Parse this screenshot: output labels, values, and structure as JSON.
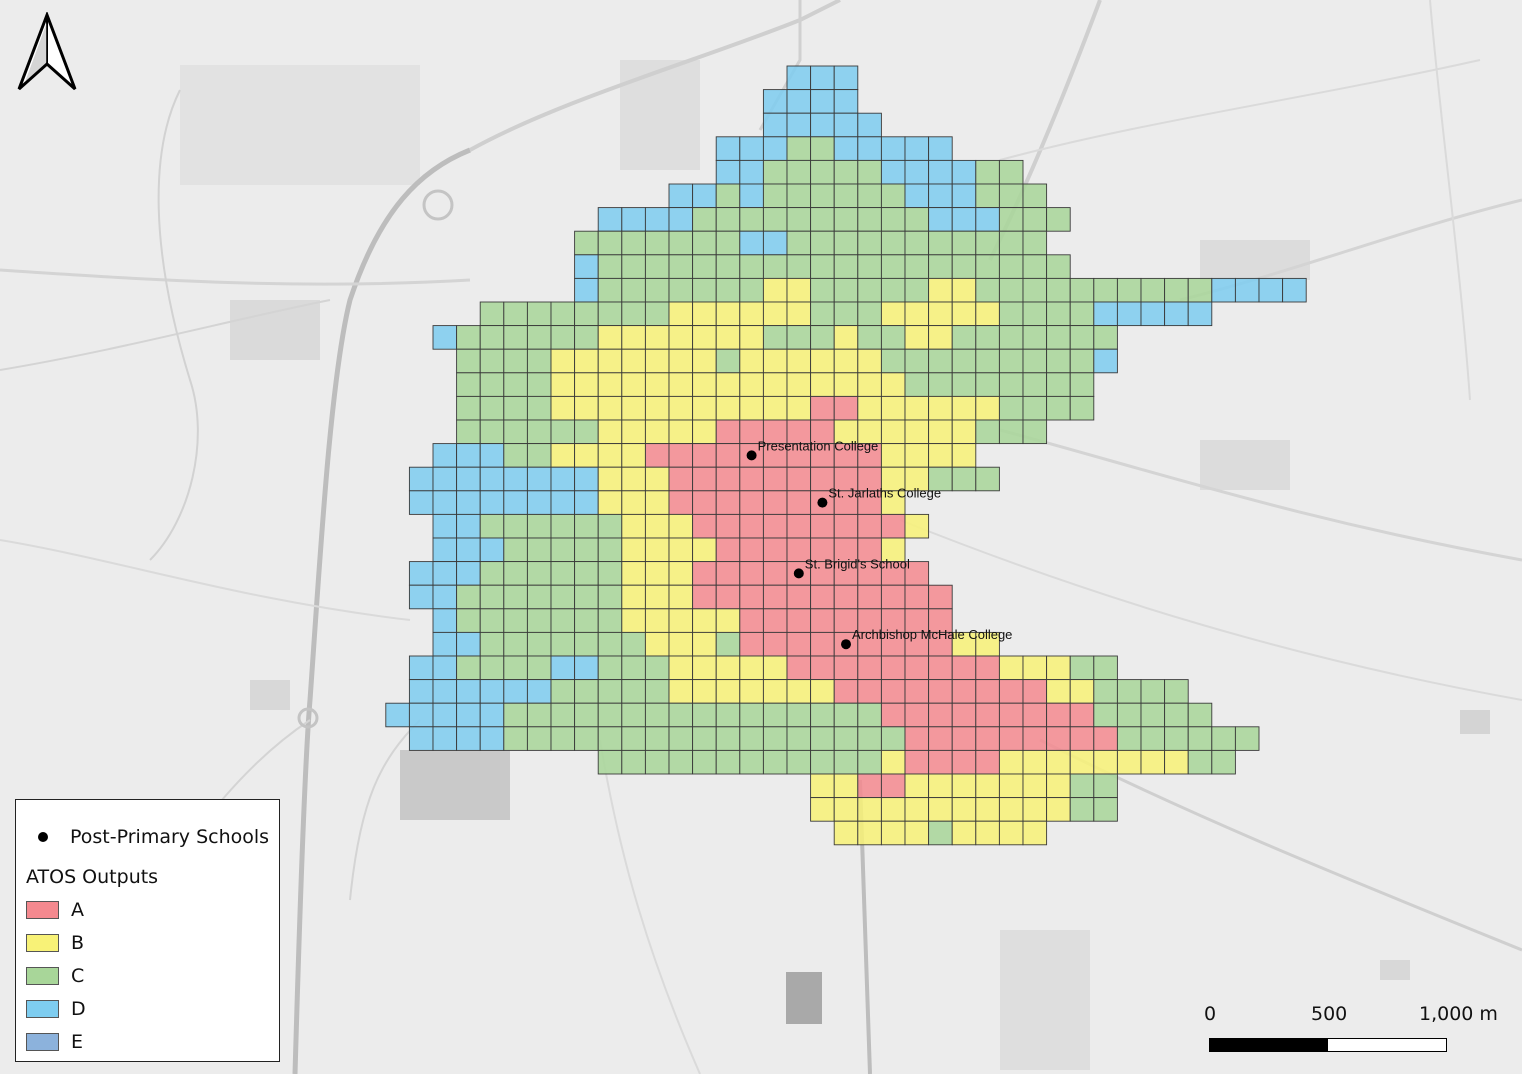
{
  "colors": {
    "A": "#f4898f",
    "B": "#f8f277",
    "C": "#a8d699",
    "D": "#7ecdf0",
    "E": "#8cb2dc"
  },
  "schools": [
    {
      "name": "Presentation College",
      "col": 13,
      "row": 16
    },
    {
      "name": "St. Jarlaths College",
      "col": 16,
      "row": 18
    },
    {
      "name": "St. Brigid's School",
      "col": 15,
      "row": 21
    },
    {
      "name": "Archbishop McHale College",
      "col": 17,
      "row": 24
    }
  ],
  "grid_rows": [
    {
      "start": 15,
      "codes": "DDD"
    },
    {
      "start": 14,
      "codes": "DDDD"
    },
    {
      "start": 14,
      "codes": "DDDDD"
    },
    {
      "start": 12,
      "codes": "DDDCCDDDDD"
    },
    {
      "start": 12,
      "codes": "DDCCCCCDDDDCC"
    },
    {
      "start": 10,
      "codes": "DDCDCCCCCCDDDCCC"
    },
    {
      "start": 7,
      "codes": "DDDDCCCCCCCCCCDDDCCC"
    },
    {
      "start": 6,
      "codes": "CCCCCCCDDCCCCCCCCCCC"
    },
    {
      "start": 6,
      "codes": "DCCCCCCCCCCCCCCCCCCCC"
    },
    {
      "start": 6,
      "codes": "DCCCCCCCBBCCCCCBBCCCCCCCCCCDDDD"
    },
    {
      "start": 2,
      "codes": "CCCCCCCCBBBBBBCCCBBBBBCCCCDDDDD"
    },
    {
      "start": 0,
      "codes": "DCCCCCCBBBBBBBCCCBCCBBCCCCCCC"
    },
    {
      "start": 1,
      "codes": "CCCCBBBBBBBCBBBBBBCCCCCCCCCD"
    },
    {
      "start": 1,
      "codes": "CCCCBBBBBBBBBBBBBBBCCCCCCCC"
    },
    {
      "start": 1,
      "codes": "CCCCBBBBBBBBBBBAABBBBBBCCCC"
    },
    {
      "start": 1,
      "codes": "CCCCCCBBBBBAAAAABBBBBBCCC"
    },
    {
      "start": 0,
      "codes": "DDDCCBBBBAAAAAAAAAABBBB"
    },
    {
      "start": -1,
      "codes": "DDDDDDDDBBBAAAAAAAAABBCCC"
    },
    {
      "start": -1,
      "codes": "DDDDDDDDBBBAAAAAAAAAB"
    },
    {
      "start": 0,
      "codes": "DDCCCCCCBBBAAAAAAAAAB"
    },
    {
      "start": 0,
      "codes": "DDDCCCCCBBBBAAAAAAAB"
    },
    {
      "start": -1,
      "codes": "DDDCCCCCCBBBAAAAAAAAAA"
    },
    {
      "start": -1,
      "codes": "DDCCCCCCCBBBAAAAAAAAAAA"
    },
    {
      "start": 0,
      "codes": "DCCCCCCCBBBBBAAAAAAAAA"
    },
    {
      "start": 0,
      "codes": "DDCCCCCCCBBBCAAAAAAAAABB"
    },
    {
      "start": -1,
      "codes": "DDCCCCDDCCCBBBBBAAAAAAAAABBBCC"
    },
    {
      "start": -1,
      "codes": "DDDDDDCCCCCBBBBBBBAAAAAAAAABBCCCC"
    },
    {
      "start": -2,
      "codes": "DDDDDCCCCCCCCCCCCCCCCAAAAAAAAACCCCC"
    },
    {
      "start": -1,
      "codes": "DDDDCCCCCCCCCCCCCCCCCAAAAAAAAACCCCCC"
    },
    {
      "start": 7,
      "codes": "CCCCCCCCCCCCBAAAABBBBBBBBCC"
    },
    {
      "start": 16,
      "codes": "BBAABBBBBBBCC"
    },
    {
      "start": 16,
      "codes": "BBBBBBBBBBBCC"
    },
    {
      "start": 17,
      "codes": "BBBBCBBBB"
    }
  ],
  "legend": {
    "schools_label": "Post-Primary Schools",
    "heading": "ATOS Outputs",
    "items": [
      "A",
      "B",
      "C",
      "D",
      "E"
    ]
  },
  "scalebar": {
    "labels": [
      "0",
      "500",
      "1,000 m"
    ]
  }
}
